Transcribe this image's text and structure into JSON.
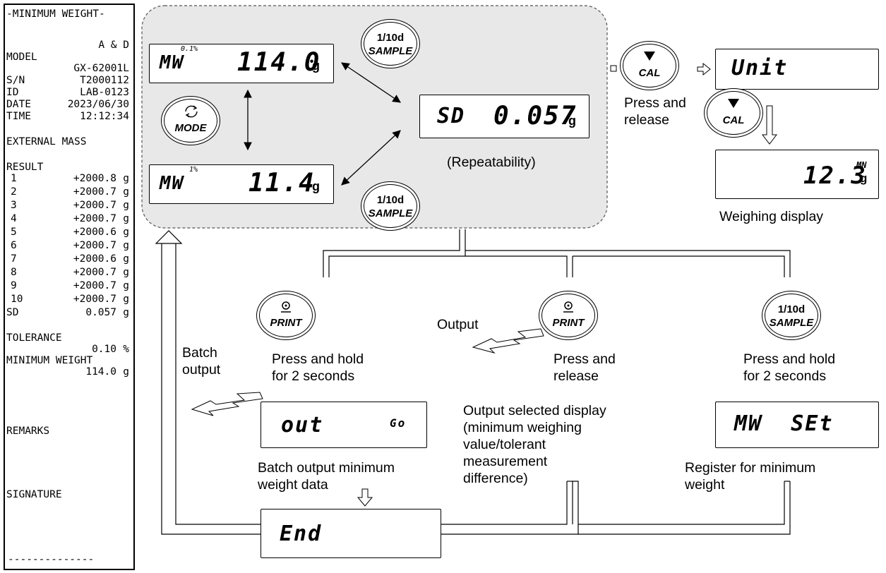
{
  "printout": {
    "header": "-MINIMUM WEIGHT-",
    "company": "A & D",
    "model_label": "MODEL",
    "model_value": "GX-62001L",
    "sn_label": "S/N",
    "sn_value": "T2000112",
    "id_label": "ID",
    "id_value": "LAB-0123",
    "date_label": "DATE",
    "date_value": "2023/06/30",
    "time_label": "TIME",
    "time_value": "12:12:34",
    "external_mass": "EXTERNAL MASS",
    "result_label": "RESULT",
    "results": [
      {
        "n": "1",
        "v": "+2000.8",
        "u": "g"
      },
      {
        "n": "2",
        "v": "+2000.7",
        "u": "g"
      },
      {
        "n": "3",
        "v": "+2000.7",
        "u": "g"
      },
      {
        "n": "4",
        "v": "+2000.7",
        "u": "g"
      },
      {
        "n": "5",
        "v": "+2000.6",
        "u": "g"
      },
      {
        "n": "6",
        "v": "+2000.7",
        "u": "g"
      },
      {
        "n": "7",
        "v": "+2000.6",
        "u": "g"
      },
      {
        "n": "8",
        "v": "+2000.7",
        "u": "g"
      },
      {
        "n": "9",
        "v": "+2000.7",
        "u": "g"
      },
      {
        "n": "10",
        "v": "+2000.7",
        "u": "g"
      }
    ],
    "sd_label": "SD",
    "sd_value": "0.057",
    "sd_unit": "g",
    "tolerance_label": "TOLERANCE",
    "tolerance_value": "0.10",
    "tolerance_unit": "%",
    "min_weight_label": "MINIMUM WEIGHT",
    "min_weight_value": "114.0",
    "min_weight_unit": "g",
    "remarks_label": "REMARKS",
    "signature_label": "SIGNATURE",
    "footer_line": "--------------"
  },
  "displays": {
    "mw_top": {
      "label": "MW",
      "value": "114.0",
      "unit": "g",
      "indicator": "0.1%"
    },
    "mw_bottom": {
      "label": "MW",
      "value": "11.4",
      "unit": "g",
      "indicator": "1%"
    },
    "sd": {
      "label": "SD",
      "value": "0.057",
      "unit": "g"
    },
    "unit": {
      "text": "Unit"
    },
    "weighing": {
      "value": "12.3",
      "mn": "MN",
      "unit": "g"
    },
    "out": {
      "text": "out",
      "small": "Go"
    },
    "mw_set": {
      "text": "MW  SEt"
    },
    "end": {
      "text": "End"
    }
  },
  "keys": {
    "sample_label_1": "1/10d",
    "sample_label_2": "SAMPLE",
    "mode_label": "MODE",
    "cal_label": "CAL",
    "print_label": "PRINT"
  },
  "labels": {
    "repeatability": "(Repeatability)",
    "press_release_cal": "Press and\nrelease",
    "weighing_display": "Weighing display",
    "batch_output": "Batch\noutput",
    "press_hold_print": "Press and hold\nfor 2 seconds",
    "output": "Output",
    "press_release_print": "Press and\nrelease",
    "press_hold_sample": "Press and hold\nfor 2 seconds",
    "output_selected": "Output selected display\n(minimum weighing\nvalue/tolerant\nmeasurement\ndifference)",
    "batch_output_data": "Batch output minimum\nweight data",
    "register_mw": "Register for minimum\nweight"
  }
}
